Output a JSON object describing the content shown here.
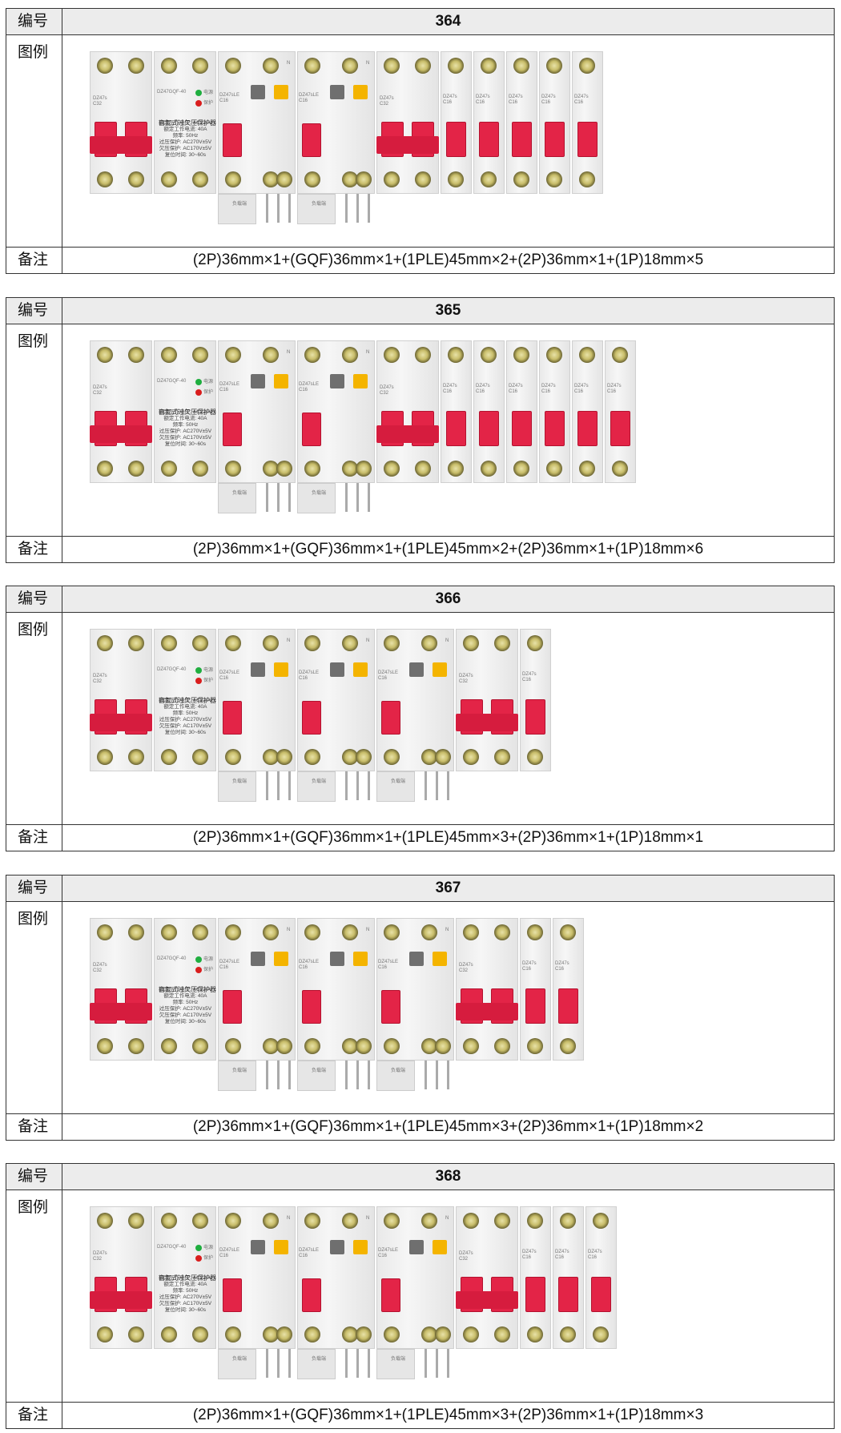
{
  "labels": {
    "number": "编号",
    "figure": "图例",
    "note": "备注"
  },
  "module_text": {
    "gqf_model": "DZ47GQF-40",
    "gqf_title": "自复式过欠压保护器",
    "gqf_lines": [
      "额定工作电压: AC220V",
      "额定工作电流: 40A",
      "频率: 50Hz",
      "过压保护: AC270V±5V",
      "欠压保护: AC170V±5V",
      "复位时间: 30~60s"
    ],
    "led_power": "电源",
    "led_protect": "保护",
    "ple_model": "DZ47sLE",
    "ple_rating": "C16",
    "mcb_model": "DZ47s",
    "mcb_rating_small": "C16",
    "mcb_rating_large": "C32",
    "load_side": "负载端",
    "n_mark": "N"
  },
  "colors": {
    "handle_red": "#e32447",
    "led_green": "#1fae3f",
    "led_red": "#d91d1d",
    "button_gray": "#6f6f6f",
    "button_yellow": "#f4b400"
  },
  "entries": [
    {
      "id": "364",
      "modules": [
        "2P",
        "GQF",
        "1PLE",
        "1PLE",
        "2P",
        "1P",
        "1P",
        "1P",
        "1P",
        "1P"
      ],
      "note": "(2P)36mm×1+(GQF)36mm×1+(1PLE)45mm×2+(2P)36mm×1+(1P)18mm×5"
    },
    {
      "id": "365",
      "modules": [
        "2P",
        "GQF",
        "1PLE",
        "1PLE",
        "2P",
        "1P",
        "1P",
        "1P",
        "1P",
        "1P",
        "1P"
      ],
      "note": "(2P)36mm×1+(GQF)36mm×1+(1PLE)45mm×2+(2P)36mm×1+(1P)18mm×6"
    },
    {
      "id": "366",
      "modules": [
        "2P",
        "GQF",
        "1PLE",
        "1PLE",
        "1PLE",
        "2P",
        "1P"
      ],
      "note": "(2P)36mm×1+(GQF)36mm×1+(1PLE)45mm×3+(2P)36mm×1+(1P)18mm×1"
    },
    {
      "id": "367",
      "modules": [
        "2P",
        "GQF",
        "1PLE",
        "1PLE",
        "1PLE",
        "2P",
        "1P",
        "1P"
      ],
      "note": "(2P)36mm×1+(GQF)36mm×1+(1PLE)45mm×3+(2P)36mm×1+(1P)18mm×2"
    },
    {
      "id": "368",
      "modules": [
        "2P",
        "GQF",
        "1PLE",
        "1PLE",
        "1PLE",
        "2P",
        "1P",
        "1P",
        "1P"
      ],
      "note": "(2P)36mm×1+(GQF)36mm×1+(1PLE)45mm×3+(2P)36mm×1+(1P)18mm×3"
    }
  ]
}
